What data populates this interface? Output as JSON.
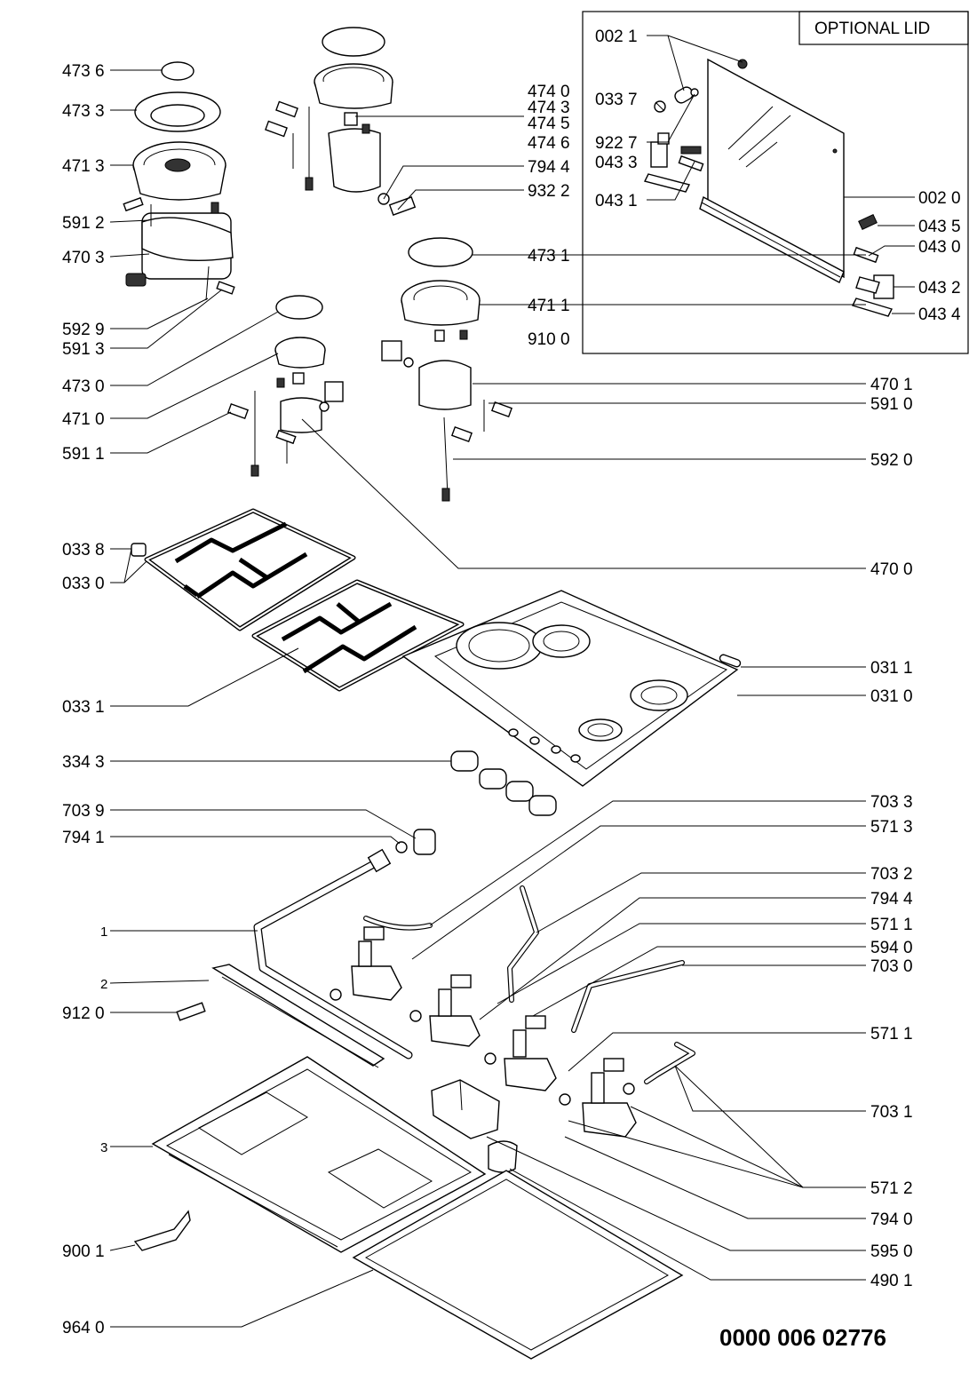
{
  "document_number": "0000 006 02776",
  "optional_lid_title": "OPTIONAL LID",
  "labels_left": [
    "473 6",
    "473 3",
    "471 3",
    "591 2",
    "470 3",
    "592 9",
    "591 3",
    "473 0",
    "471 0",
    "591 1",
    "033 8",
    "033 0",
    "033 1",
    "334 3",
    "703 9",
    "794 1",
    "1",
    "2",
    "912 0",
    "3",
    "900 1",
    "964 0"
  ],
  "labels_right": [
    "474 0",
    "474 3",
    "474 5",
    "474 6",
    "794 4",
    "932 2",
    "473 1",
    "471 1",
    "910 0",
    "470 1",
    "591 0",
    "592 0",
    "470 0",
    "031 1",
    "031 0",
    "703 3",
    "571 3",
    "703 2",
    "794 4",
    "571 1",
    "594 0",
    "703 0",
    "571 1",
    "703 1",
    "571 2",
    "794 0",
    "595 0",
    "490 1"
  ],
  "labels_lid": [
    "002 1",
    "033 7",
    "922 7",
    "043 3",
    "043 1",
    "002 0",
    "043 5",
    "043 0",
    "043 2",
    "043 4"
  ]
}
